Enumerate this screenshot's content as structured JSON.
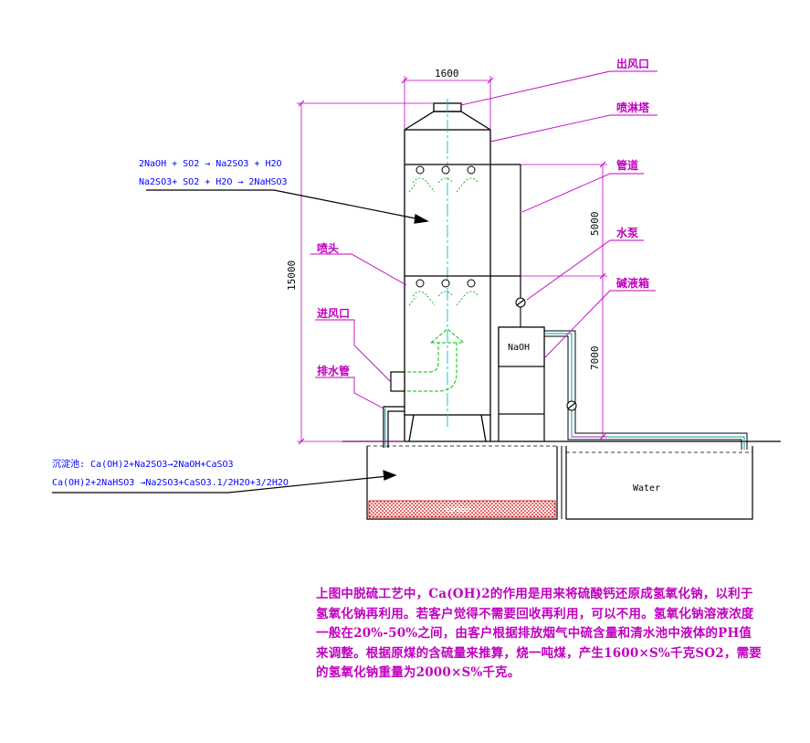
{
  "labels": {
    "outlet": "出风口",
    "tower": "喷淋塔",
    "pipe": "管道",
    "pump": "水泵",
    "tank_box": "碱液箱",
    "nozzle": "喷头",
    "inlet": "进风口",
    "drain": "排水管"
  },
  "dimensions": {
    "width": "1600",
    "height_total": "15000",
    "height_upper": "5000",
    "height_lower": "7000"
  },
  "reactions_tower": [
    "2NaOH + SO2 → Na2SO3 + H2O",
    "Na2SO3+ SO2 + H2O → 2NaHSO3"
  ],
  "reactions_pool": {
    "title": "沉淀池: Ca(OH)2+Na2SO3→2NaOH+CaSO3",
    "line2": "Ca(OH)2+2NaHSO3 →Na2SO3+CaSO3.1/2H2O+3/2H2O"
  },
  "tank_label": "NaOH",
  "water_label": "Water",
  "sediment_label": "CaSO3",
  "note": "上图中脱硫工艺中，Ca(OH)2的作用是用来将硫酸钙还原成氢氧化钠，以利于氢氧化钠再利用。若客户觉得不需要回收再利用，可以不用。氢氧化钠溶液浓度一般在20%-50%之间，由客户根据排放烟气中硫含量和清水池中液体的PH值来调整。根据原煤的含硫量来推算，烧一吨煤，产生1600×S%千克SO2，需要的氢氧化钠重量为2000×S%千克。",
  "colors": {
    "line": "#000000",
    "dim": "#c000c0",
    "label": "#c000c0",
    "reaction": "#0000ff",
    "centerline": "#00c0c0",
    "inner_pipe": "#00c000",
    "spray": "#00a000",
    "water_pipe": "#00a0a0",
    "sediment": "#d00000"
  }
}
